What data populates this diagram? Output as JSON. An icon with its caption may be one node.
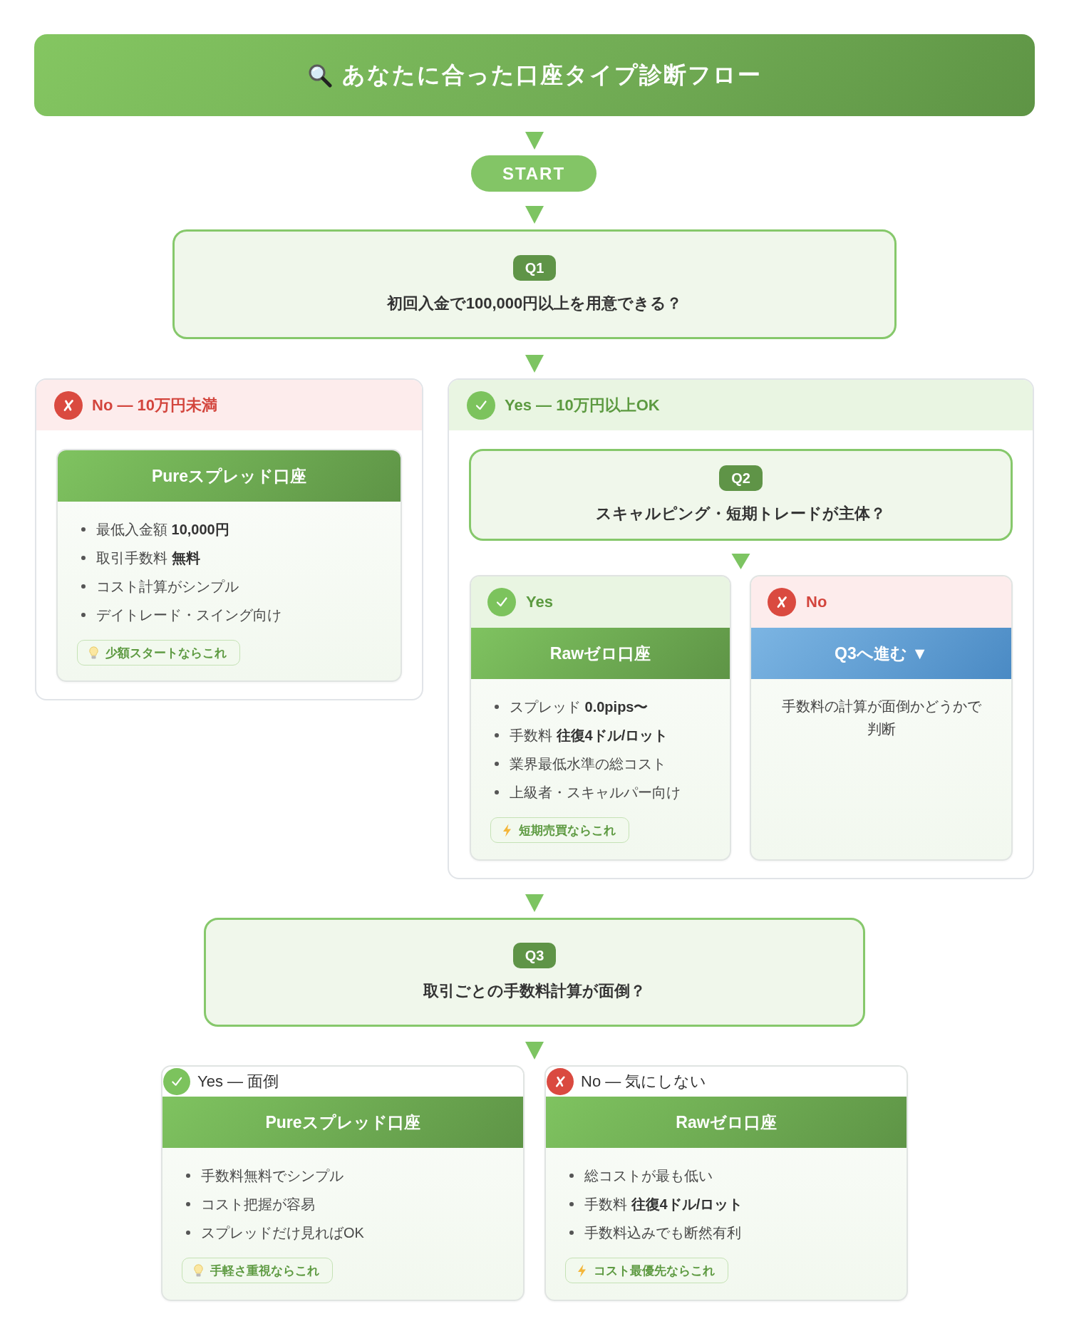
{
  "diagram": {
    "title": "あなたに合った口座タイプ診断フロー",
    "nodes": [
      {
        "text": [
          "START"
        ]
      },
      {
        "text": [
          "Q1",
          "初回入金で100,000円以上を用意できる？"
        ]
      },
      {
        "text": [
          "No — 10万円未満"
        ]
      },
      {
        "text": [
          "Pureスプレッド口座",
          "最低入金額 **10,000円**",
          "取引手数料 **無料**",
          "コスト計算がシンプル",
          "デイトレード・スイング向け",
          "少額スタートならこれ"
        ],
        "in": 2
      },
      {
        "text": [
          "Yes — 10万円以上OK"
        ]
      },
      {
        "text": [
          "Q2",
          "スキャルピング・短期トレードが主体？"
        ],
        "in": 4
      },
      {
        "text": [
          "Yes",
          "Rawゼロ口座",
          "スプレッド **0.0pips〜**",
          "手数料 **往復4ドル/ロット**",
          "業界最低水準の総コスト",
          "上級者・スキャルパー向け",
          "短期売買ならこれ"
        ],
        "in": 4
      },
      {
        "text": [
          "No",
          "Q3へ進む ▼",
          "手数料の計算が面倒かどうかで判断"
        ],
        "in": 4
      },
      {
        "text": [
          "Q3",
          "取引ごとの手数料計算が面倒？"
        ]
      },
      {
        "text": [
          "Yes — 面倒",
          "Pureスプレッド口座",
          "手数料無料でシンプル",
          "コスト把握が容易",
          "スプレッドだけ見ればOK",
          "手軽さ重視ならこれ"
        ]
      },
      {
        "text": [
          "No — 気にしない",
          "Rawゼロ口座",
          "総コストが最も低い",
          "手数料 **往復4ドル/ロット**",
          "手数料込みでも断然有利",
          "コスト最優先ならこれ"
        ]
      }
    ],
    "edges": [
      {
        "from": null,
        "to": 0,
        "arrow": "to"
      },
      {
        "from": 0,
        "to": 1,
        "arrow": "to"
      },
      {
        "from": 1,
        "to": 4,
        "arrow": "to"
      },
      {
        "from": 5,
        "to": 6,
        "arrow": "to"
      },
      {
        "from": 5,
        "to": 7,
        "arrow": "to"
      },
      {
        "from": 4,
        "to": 8,
        "arrow": "to"
      },
      {
        "from": 8,
        "to": 9,
        "arrow": "to"
      },
      {
        "from": 8,
        "to": 10,
        "arrow": "to"
      }
    ]
  }
}
